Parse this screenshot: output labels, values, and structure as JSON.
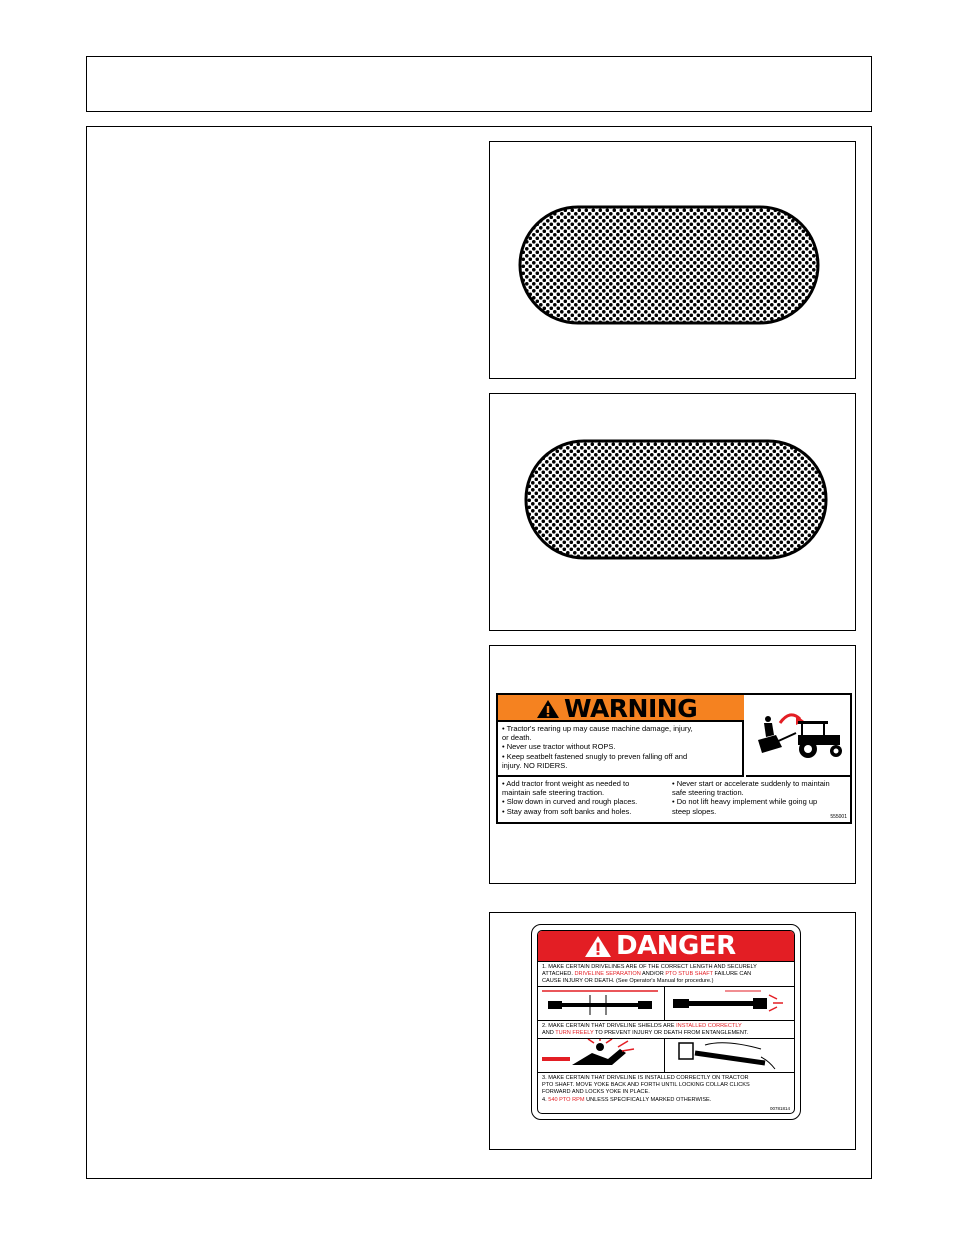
{
  "colors": {
    "warning_orange": "#f58220",
    "danger_red": "#e31e24",
    "pill_fill": "#ffffff",
    "dot": "#000000"
  },
  "icons": {
    "warning_sign": "warning-triangle-icon",
    "danger_sign": "danger-triangle-icon"
  },
  "warning": {
    "title": "WARNING",
    "lines": [
      "• Tractor's rearing up may cause machine damage, injury,",
      "   or death.",
      "• Never use tractor without ROPS.",
      "• Keep seatbelt fastened snugly to preven falling off and",
      "   injury. NO RIDERS."
    ],
    "left_lines": [
      "• Add tractor front weight as needed to",
      "   maintain safe steering traction.",
      "• Slow down in curved and rough places.",
      "• Stay away from soft banks and holes."
    ],
    "right_lines": [
      "• Never start or accelerate suddenly to maintain",
      "   safe steering traction.",
      "• Do not lift heavy implement while going up",
      "   steep slopes."
    ],
    "code": "555001"
  },
  "danger": {
    "title": "DANGER",
    "item1": {
      "a1": "1. MAKE CERTAIN DRIVELINES ARE OF THE CORRECT LENGTH AND SECURELY",
      "b1": "    ATTACHED. ",
      "b2": "DRIVELINE SEPARATION",
      "b3": " AND/OR ",
      "b4": "PTO STUB SHAFT",
      "b5": " FAILURE CAN",
      "c1": "    CAUSE  INJURY  OR  DEATH.  (See  Operator's  Manual  for  procedure.)"
    },
    "item2": {
      "a1": "2. MAKE  CERTAIN  THAT  DRIVELINE  SHIELDS  ARE ",
      "a2": "INSTALLED  CORRECTLY",
      "b1": "    AND ",
      "b2": "TURN FREELY",
      "b3": " TO PREVENT INJURY OR DEATH FROM ENTANGLEMENT."
    },
    "item3": {
      "a1": "3. MAKE CERTAIN THAT DRIVELINE IS INSTALLED CORRECTLY ON TRACTOR",
      "b1": "    PTO SHAFT. MOVE YOKE BACK AND FORTH UNTIL LOCKING COLLAR CLICKS",
      "c1": "    FORWARD AND LOCKS YOKE IN PLACE."
    },
    "item4": {
      "a1": "4. ",
      "a2": "540 PTO RPM",
      "a3": " UNLESS SPECIFICALLY MARKED OTHERWISE."
    },
    "code": "00781814"
  }
}
